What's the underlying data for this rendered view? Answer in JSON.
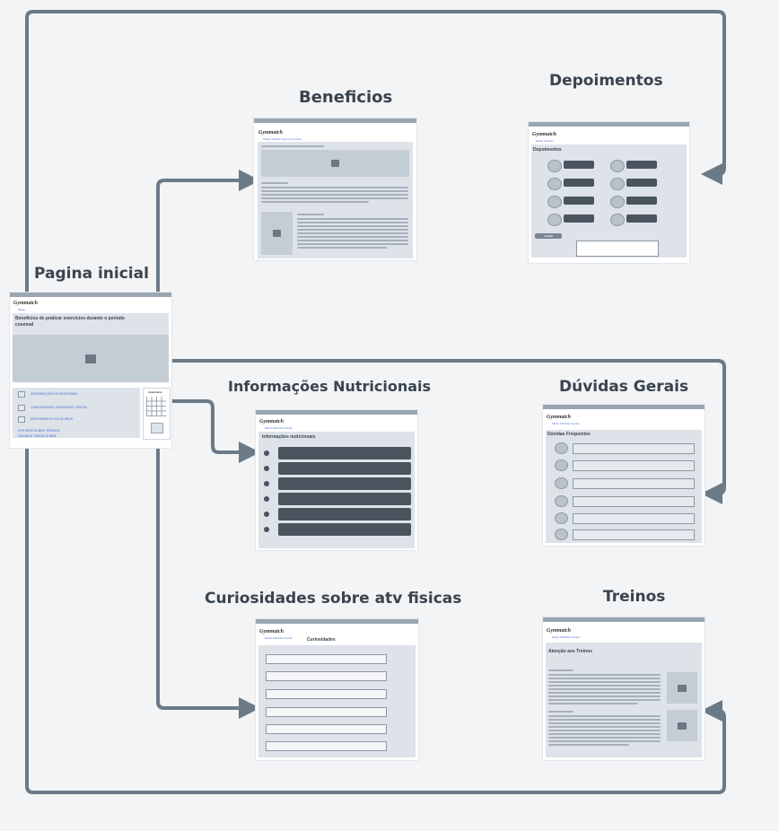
{
  "titles": {
    "beneficios": "Beneficios",
    "depoimentos": "Depoimentos",
    "pagina_inicial": "Pagina inicial",
    "informacoes": "Informações Nutricionais",
    "duvidas": "Dúvidas Gerais",
    "curiosidades": "Curiosidades sobre atv fisicas",
    "treinos": "Treinos"
  },
  "wireframes": {
    "brand": "Gymmatch",
    "home": {
      "nav": "Menu",
      "heading": "Beneficios de praticar exercicios durante o periodo cosmnal",
      "links": [
        "INFORMAÇÕES NUTRICIONAIS",
        "CURIOSIDADES ATIVIDADES FÍSICAS",
        "DEPOIMENTOS DE ALUNOS"
      ],
      "bottom_links": [
        "VER MAIS SOBRE TREINOS",
        "DÚVIDAS GERAIS SOBRE"
      ],
      "calendar_label": "Calendário"
    },
    "beneficios": {
      "nav": "Menu  Treinos  Suporte  Contato"
    },
    "depoimentos": {
      "nav": "Menu  Treinos",
      "heading": "Depoimentos",
      "button": "Enviar"
    },
    "informacoes": {
      "nav": "Menu  Dúvidas Gerais",
      "heading": "Informações nutricionais"
    },
    "duvidas": {
      "nav": "Menu  Dúvidas Gerais",
      "heading": "Dúvidas Frequentes"
    },
    "curiosidades": {
      "nav": "Menu  Dúvidas Gerais",
      "heading": "Curiosidades"
    },
    "treinos": {
      "nav": "Menu  Dúvidas Gerais",
      "heading": "Atenção aos Treinos"
    }
  },
  "colors": {
    "connector": "#6b7a87",
    "frame_bar": "#9aa6b1",
    "panel": "#dde3e9"
  }
}
